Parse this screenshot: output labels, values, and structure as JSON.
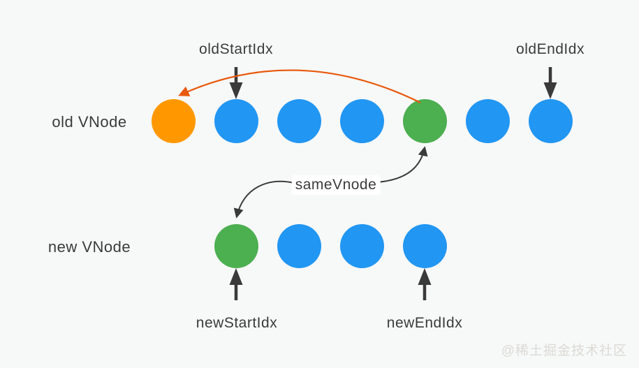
{
  "colors": {
    "background": "#f7f8f8",
    "blue": "#2196f3",
    "orange": "#ff9800",
    "green": "#4caf50",
    "pointer_arrow": "#3a3a3a",
    "swap_arrow": "#e8590c",
    "text": "#3b3b3b",
    "watermark": "#dbdad6"
  },
  "rows": {
    "old": {
      "label": "old VNode",
      "nodes": [
        "orange",
        "blue",
        "blue",
        "blue",
        "green",
        "blue",
        "blue"
      ]
    },
    "new": {
      "label": "new VNode",
      "nodes": [
        "green",
        "blue",
        "blue",
        "blue"
      ]
    }
  },
  "pointers": {
    "old_start": "oldStartIdx",
    "old_end": "oldEndIdx",
    "new_start": "newStartIdx",
    "new_end": "newEndIdx"
  },
  "annotations": {
    "same_vnode": "sameVnode"
  },
  "watermark": "@稀土掘金技术社区"
}
